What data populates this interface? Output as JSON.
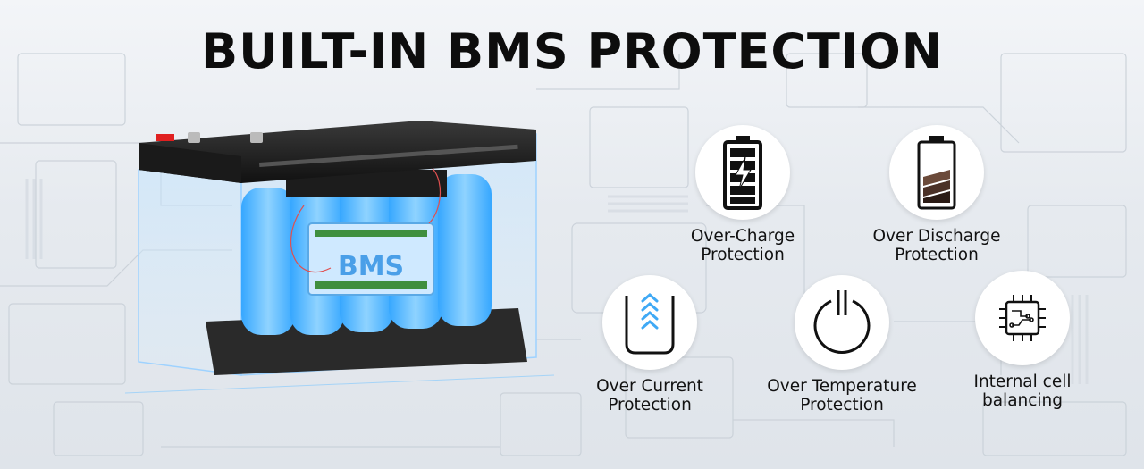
{
  "title": "BUILT-IN BMS PROTECTION",
  "battery": {
    "board_label": "BMS"
  },
  "colors": {
    "accent_blue": "#3fa9f5",
    "title": "#0d0d0d",
    "circle_bg": "#ffffff"
  },
  "features": [
    {
      "icon": "battery-charging-icon",
      "line1": "Over-Charge",
      "line2": "Protection"
    },
    {
      "icon": "battery-low-icon",
      "line1": "Over Discharge",
      "line2": "Protection"
    },
    {
      "icon": "current-arrows-icon",
      "line1": "Over Current",
      "line2": "Protection"
    },
    {
      "icon": "power-icon",
      "line1": "Over Temperature",
      "line2": "Protection"
    },
    {
      "icon": "chip-icon",
      "line1": "Internal cell",
      "line2": "balancing"
    }
  ]
}
